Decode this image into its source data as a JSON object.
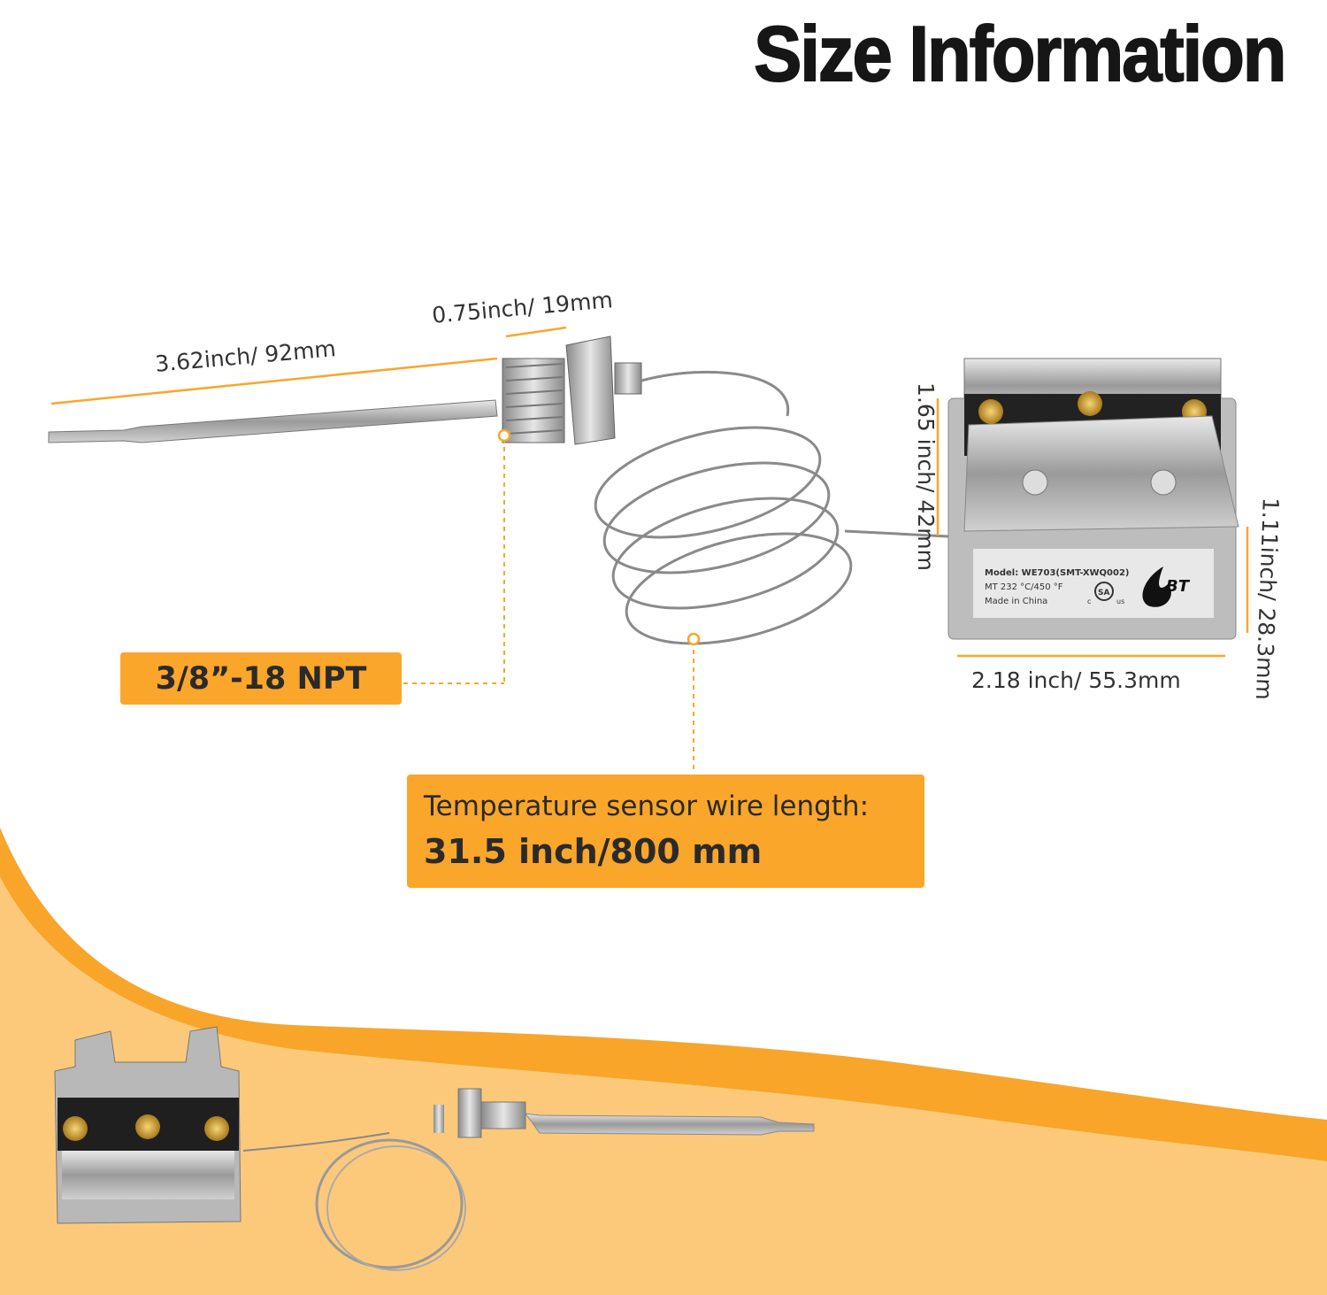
{
  "title": "Size Information",
  "dimensions": {
    "probe_length": "3.62inch/ 92mm",
    "thread_length": "0.75inch/ 19mm",
    "box_height": "1.65 inch/ 42mm",
    "box_depth": "1.11inch/ 28.3mm",
    "box_width": "2.18 inch/ 55.3mm"
  },
  "thread_badge": "3/8”-18 NPT",
  "wire_badge": {
    "label": "Temperature sensor wire length:",
    "value": "31.5 inch/800 mm"
  },
  "device_label": {
    "model": "Model: WE703(SMT-XWQ002)",
    "rating": "MT  232 °C/450 °F",
    "origin": "Made  in  China",
    "cert_c": "c",
    "cert_us": "us",
    "cert_mark": "SA",
    "brand": "BT"
  },
  "colors": {
    "accent": "#F9A62B",
    "band": "#F8A52A",
    "light": "#FCC97B"
  }
}
